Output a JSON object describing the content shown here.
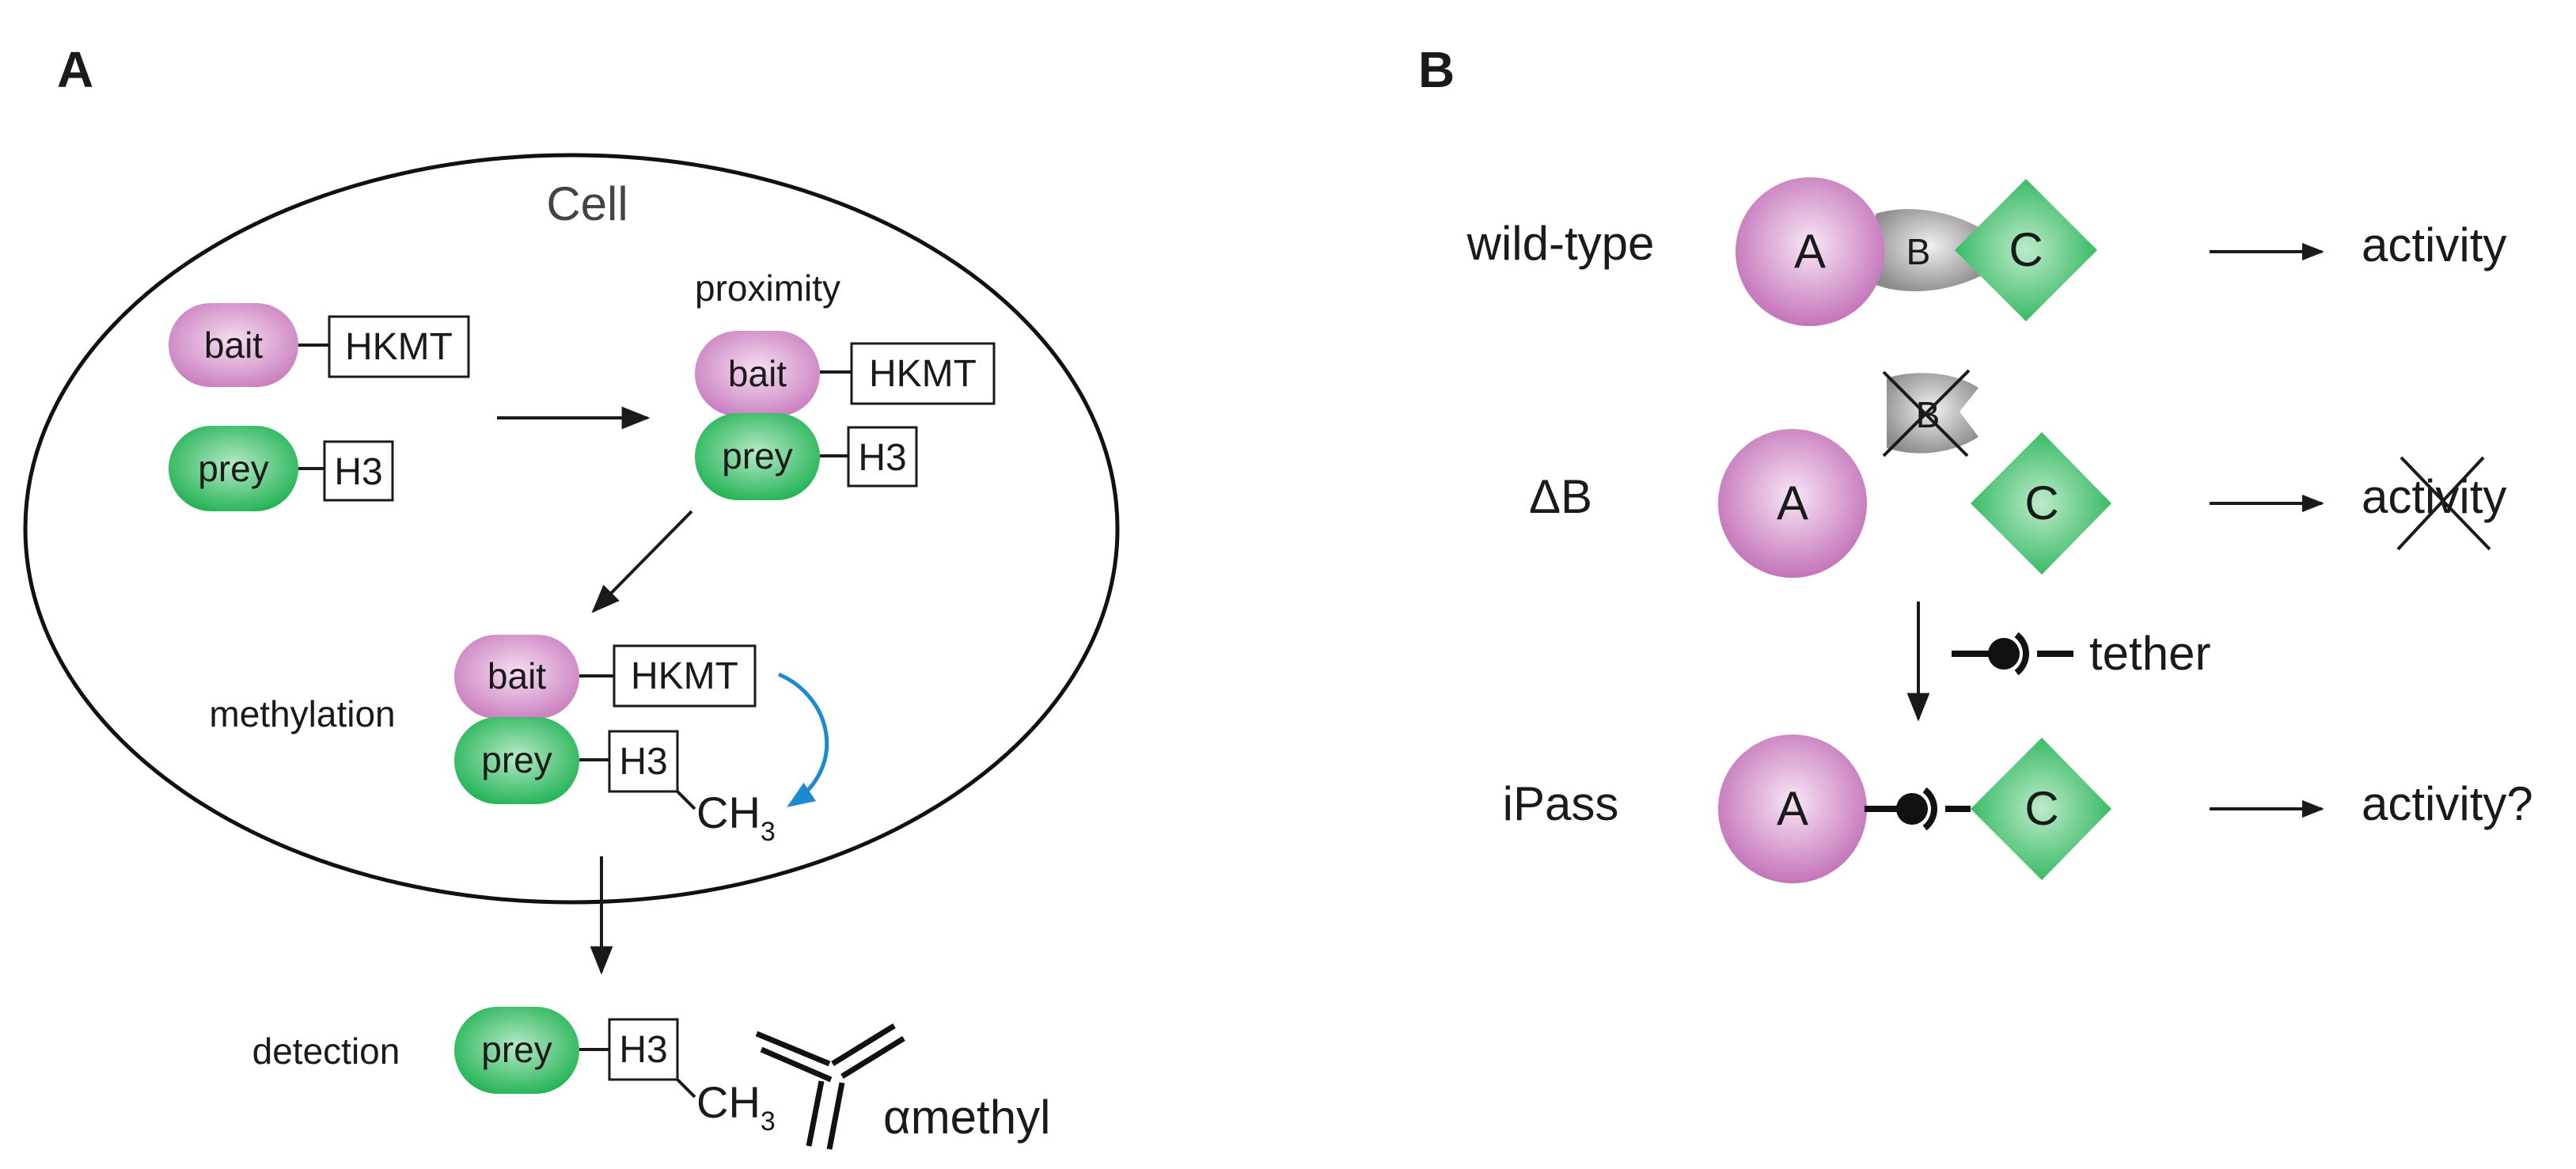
{
  "panel_a": {
    "letter": "A",
    "cell_label": "Cell",
    "proximity_label": "proximity",
    "methylation_label": "methylation",
    "detection_label": "detection",
    "bait": "bait",
    "prey": "prey",
    "hkmt": "HKMT",
    "h3": "H3",
    "ch": "CH",
    "sub3": "3",
    "antibody_symbol": "α",
    "antibody_text": "methyl"
  },
  "panel_b": {
    "letter": "B",
    "rows": {
      "wildtype": {
        "label": "wild-type",
        "outcome": "activity"
      },
      "deltab": {
        "label": "ΔB",
        "outcome": "activity"
      },
      "ipass": {
        "label": "iPass",
        "outcome": "activity?"
      }
    },
    "a": "A",
    "b": "B",
    "c": "C",
    "tether_label": "tether"
  },
  "colors": {
    "pink_light": "#f3d3ee",
    "pink_dark": "#c778bd",
    "green_light": "#a4e2b8",
    "green_dark": "#1fb14f",
    "gray_light": "#e2e2e2",
    "gray_dark": "#8d8d8d",
    "arrow_blue": "#1b8ad0"
  }
}
